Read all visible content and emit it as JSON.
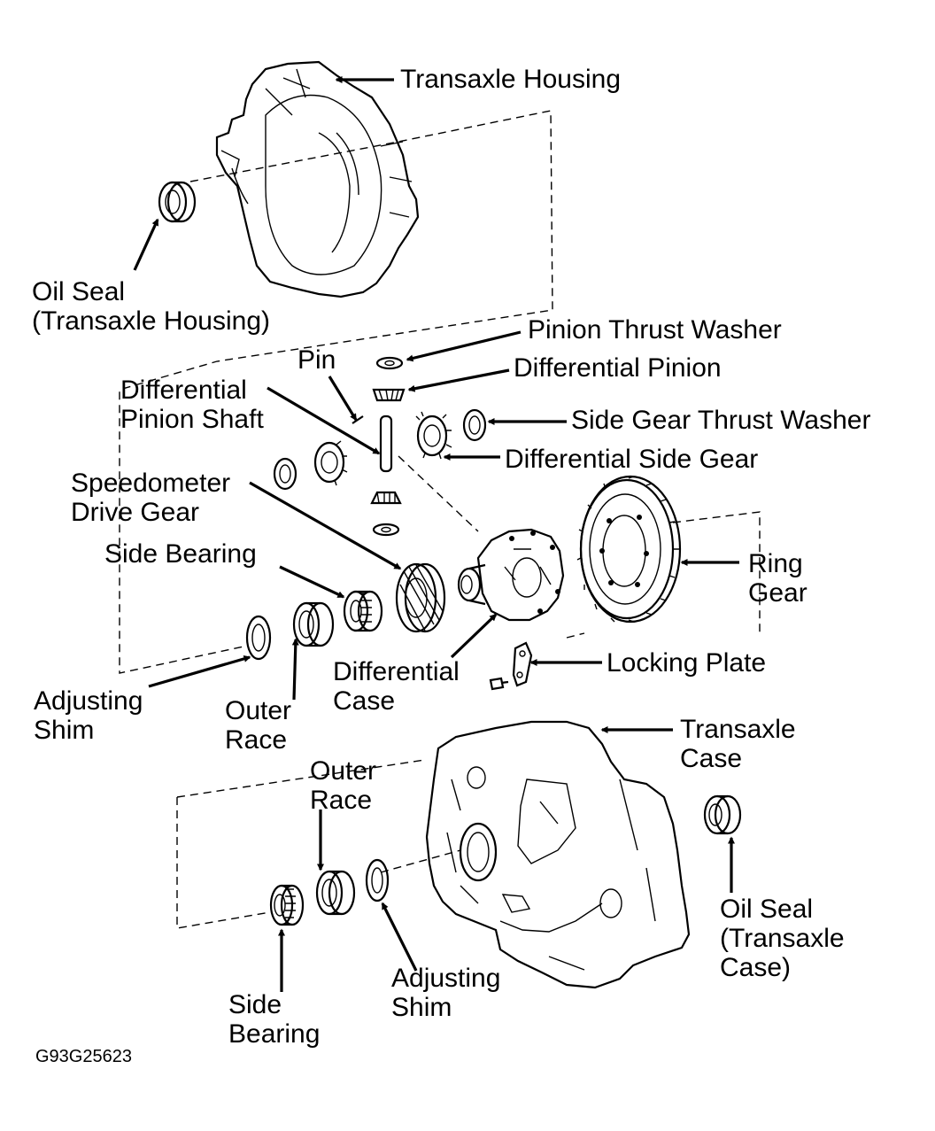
{
  "labels": {
    "transaxle_housing": "Transaxle Housing",
    "oil_seal_housing_1": "Oil Seal",
    "oil_seal_housing_2": "(Transaxle Housing)",
    "pinion_thrust_washer": "Pinion Thrust Washer",
    "pin": "Pin",
    "differential_pinion": "Differential Pinion",
    "diff_pinion_shaft_1": "Differential",
    "diff_pinion_shaft_2": "Pinion Shaft",
    "side_gear_thrust_washer": "Side Gear Thrust Washer",
    "differential_side_gear": "Differential Side Gear",
    "speedometer_1": "Speedometer",
    "speedometer_2": "Drive Gear",
    "side_bearing_upper": "Side Bearing",
    "ring_gear_1": "Ring",
    "ring_gear_2": "Gear",
    "locking_plate": "Locking Plate",
    "adjusting_shim_upper_1": "Adjusting",
    "adjusting_shim_upper_2": "Shim",
    "outer_race_upper_1": "Outer",
    "outer_race_upper_2": "Race",
    "differential_case_1": "Differential",
    "differential_case_2": "Case",
    "transaxle_case_1": "Transaxle",
    "transaxle_case_2": "Case",
    "outer_race_lower_1": "Outer",
    "outer_race_lower_2": "Race",
    "oil_seal_case_1": "Oil Seal",
    "oil_seal_case_2": "(Transaxle",
    "oil_seal_case_3": "Case)",
    "adjusting_shim_lower_1": "Adjusting",
    "adjusting_shim_lower_2": "Shim",
    "side_bearing_lower_1": "Side",
    "side_bearing_lower_2": "Bearing"
  },
  "figure_code": "G93G25623"
}
